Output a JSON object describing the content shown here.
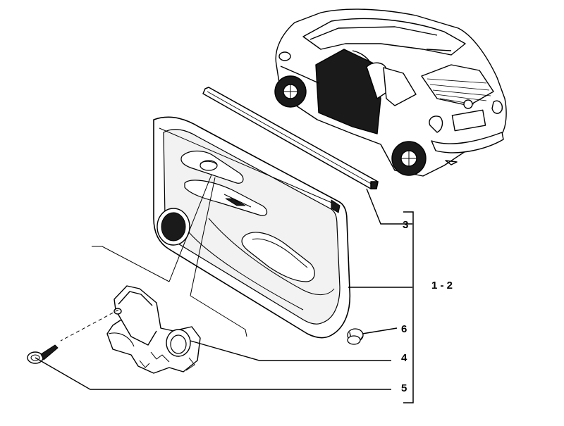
{
  "diagram": {
    "callouts": [
      {
        "id": "c3",
        "label": "3"
      },
      {
        "id": "c12",
        "label": "1 - 2"
      },
      {
        "id": "c6",
        "label": "6"
      },
      {
        "id": "c4",
        "label": "4"
      },
      {
        "id": "c5",
        "label": "5"
      }
    ]
  },
  "colors": {
    "line": "#000000",
    "background": "#ffffff",
    "fill_light": "#f2f2f2",
    "fill_dark": "#1a1a1a"
  }
}
